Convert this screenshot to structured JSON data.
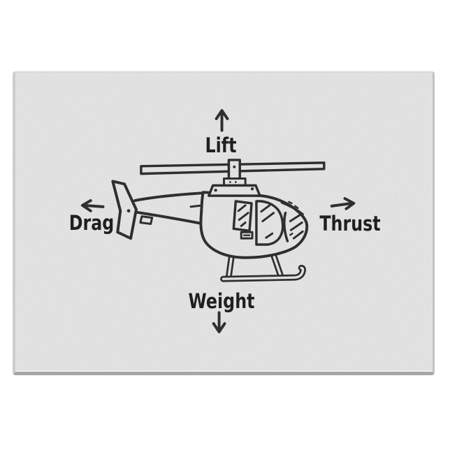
{
  "scene": {
    "background_color": "#ffffff",
    "board": {
      "kind": "glass-cutting-board",
      "surface_color": "#e4e4e5",
      "edge_shadow_color": "#a6a6a7"
    }
  },
  "diagram": {
    "ink_color": "#242424",
    "illustration": "helicopter-side-view-line-art",
    "forces": {
      "lift": {
        "label": "Lift",
        "direction": "up",
        "icon": "arrow-up-icon"
      },
      "drag": {
        "label": "Drag",
        "direction": "left",
        "icon": "arrow-left-icon"
      },
      "thrust": {
        "label": "Thrust",
        "direction": "right",
        "icon": "arrow-right-icon"
      },
      "weight": {
        "label": "Weight",
        "direction": "down",
        "icon": "arrow-down-icon"
      }
    }
  }
}
